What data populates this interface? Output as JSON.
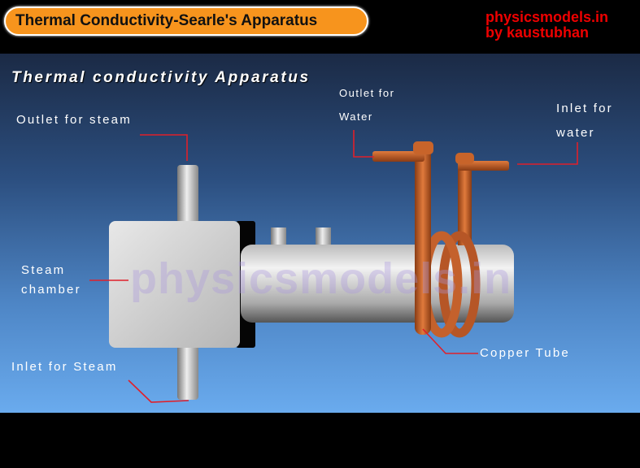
{
  "header": {
    "title": "Thermal Conductivity-Searle's Apparatus",
    "brand_line1": "physicsmodels.in",
    "brand_line2": "by kaustubhan"
  },
  "diagram": {
    "heading": "Thermal conductivity Apparatus",
    "watermark": "physicsmodels.in",
    "labels": {
      "outlet_steam": "Outlet for steam",
      "steam_chamber_1": "Steam",
      "steam_chamber_2": "chamber",
      "inlet_steam": "Inlet for Steam",
      "outlet_water_1": "Outlet for",
      "outlet_water_2": "Water",
      "inlet_water_1": "Inlet for",
      "inlet_water_2": "water",
      "copper_tube": "Copper Tube"
    },
    "colors": {
      "leader": "#e0202a",
      "copper": "#c8642a",
      "metal": "#c8c8c8",
      "accent": "#f7941d"
    }
  }
}
